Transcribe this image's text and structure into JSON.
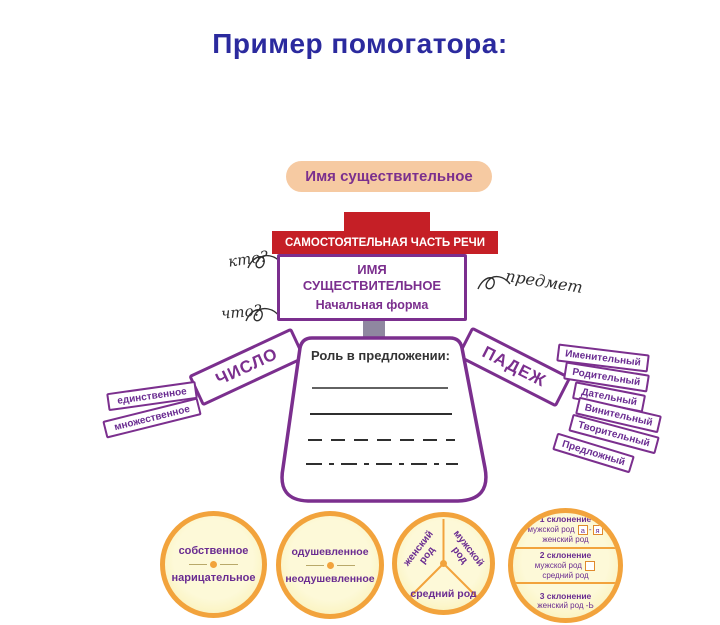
{
  "page": {
    "title": "Пример помогатора:"
  },
  "colors": {
    "title_blue": "#2b2a9e",
    "purple": "#7b2f8e",
    "red": "#c51f26",
    "orange": "#f2a33c",
    "peach": "#f6caa2",
    "pale_yellow": "#fdf9d8"
  },
  "diagram": {
    "header": "Имя существительное",
    "banner": "САМОСТОЯТЕЛЬНАЯ ЧАСТЬ РЕЧИ",
    "head": {
      "line1": "ИМЯ",
      "line2": "СУЩЕСТВИТЕЛЬНОЕ",
      "line3": "Начальная форма"
    },
    "annotations": {
      "who": "кто?",
      "what": "что?",
      "object": "предмет"
    },
    "body": {
      "role_label": "Роль в предложении:"
    },
    "number": {
      "label": "ЧИСЛО",
      "items": [
        "единственное",
        "множественное"
      ]
    },
    "case": {
      "label": "ПАДЕЖ",
      "items": [
        "Именительный",
        "Родительный",
        "Дательный",
        "Винительный",
        "Творительный",
        "Предложный"
      ]
    },
    "circle_proper": {
      "top": "собственное",
      "bottom": "нарицательное"
    },
    "circle_animate": {
      "top": "одушевленное",
      "bottom": "неодушевленное"
    },
    "circle_gender": {
      "left": "женский род",
      "right": "мужской род",
      "bottom": "средний род"
    },
    "circle_declension": {
      "row1_title": "1 склонение",
      "row1_line1": "мужской род",
      "row1_box1": "а",
      "row1_sep": "-",
      "row1_box2": "я",
      "row1_line2": "женский род",
      "row2_title": "2 склонение",
      "row2_line1": "мужской род",
      "row2_line2": "средний род",
      "row3_title": "3 склонение",
      "row3_line1": "женский род -Ь"
    }
  }
}
